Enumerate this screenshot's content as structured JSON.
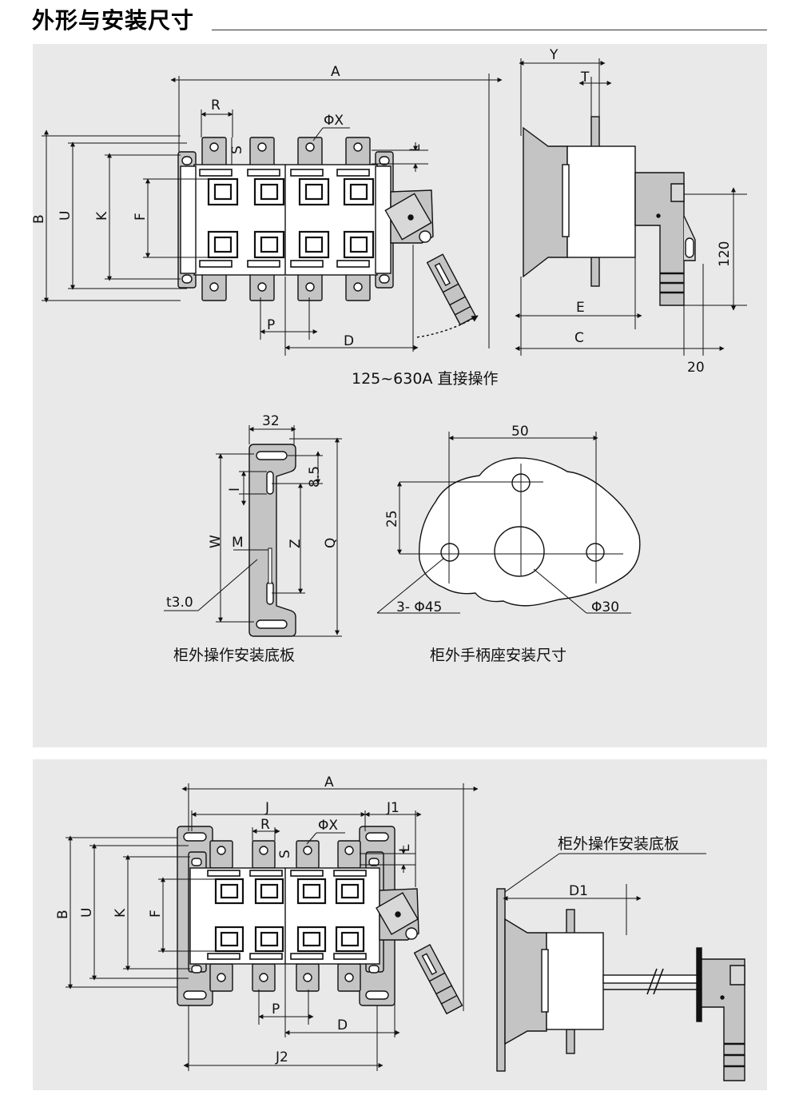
{
  "title": "外形与安装尺寸",
  "top": {
    "caption": "125~630A 直接操作",
    "labels": {
      "A": "A",
      "B": "B",
      "U": "U",
      "K": "K",
      "F": "F",
      "R": "R",
      "S": "S",
      "phiX": "ΦX",
      "L": "L",
      "P": "P",
      "D": "D",
      "Y": "Y",
      "T": "T",
      "E": "E",
      "C": "C",
      "h120": "120",
      "w20": "20"
    }
  },
  "plate": {
    "caption": "柜外操作安装底板",
    "labels": {
      "w32": "32",
      "h85": "8.5",
      "I": "I",
      "W": "W",
      "M": "M",
      "Z": "Z",
      "Q": "Q",
      "t30": "t3.0"
    }
  },
  "handle": {
    "caption": "柜外手柄座安装尺寸",
    "labels": {
      "w50": "50",
      "h25": "25",
      "holes": "3- Φ45",
      "center": "Φ30"
    }
  },
  "bottom": {
    "callout": "柜外操作安装底板",
    "labels": {
      "A": "A",
      "J": "J",
      "J1": "J1",
      "R": "R",
      "phiX": "ΦX",
      "S": "S",
      "L": "L",
      "B": "B",
      "U": "U",
      "K": "K",
      "F": "F",
      "P": "P",
      "D": "D",
      "J2": "J2",
      "D1": "D1"
    }
  },
  "colors": {
    "panel": "#e9e9e9",
    "part": "#c4c4c4",
    "body": "#ffffff",
    "line": "#111111"
  }
}
